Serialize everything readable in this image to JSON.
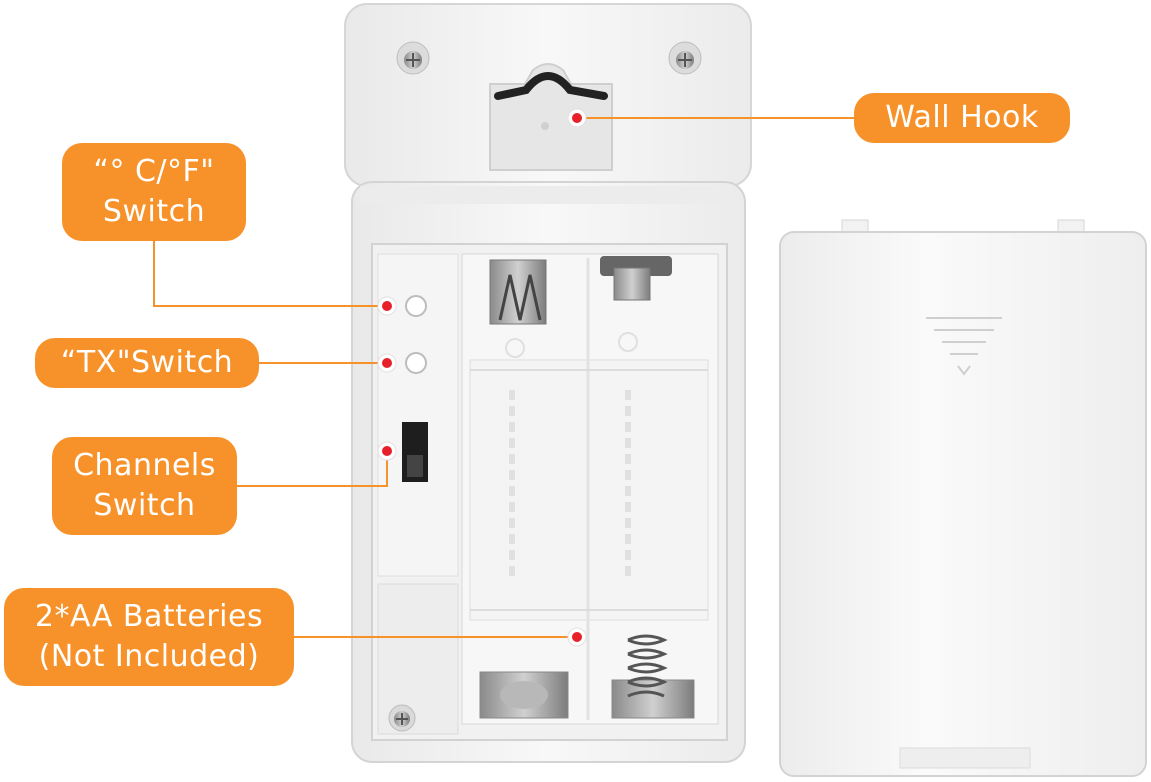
{
  "labels": {
    "wall_hook": "Wall Hook",
    "unit_switch": "“° C/°F\"\nSwitch",
    "tx_switch": "“TX\"Switch",
    "channels_switch": "Channels\nSwitch",
    "batteries": "2*AA Batteries\n(Not Included)"
  },
  "colors": {
    "accent": "#f7922a",
    "leader_line": "#f7922a",
    "marker_dot": "#e8202a",
    "device_body": "#f4f4f4"
  }
}
